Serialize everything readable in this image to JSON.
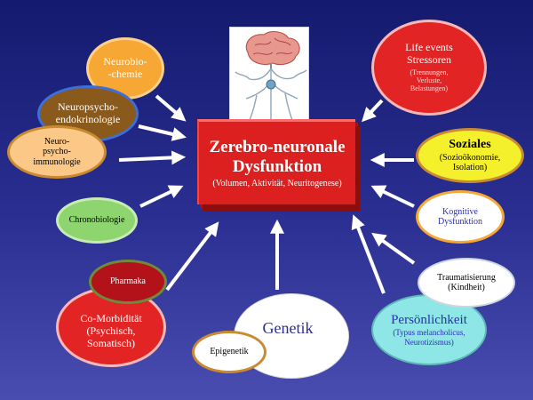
{
  "center": {
    "title_line1": "Zerebro-neuronale",
    "title_line2": "Dysfunktion",
    "subtitle": "(Volumen, Aktivität, Neuritogenese)"
  },
  "nodes": {
    "neurobiochemie": "Neurobio-\n-chemie",
    "neuropsychoendokrinologie": "Neuropsycho-\nendokrinologie",
    "neuropsychoimmunologie": "Neuro-\npsycho-\nimmunologie",
    "chronobiologie": "Chronobiologie",
    "pharmaka": "Pharmaka",
    "comorbiditaet": "Co-Morbidität\n(Psychisch,\nSomatisch)",
    "genetik": "Genetik",
    "epigenetik": "Epigenetik",
    "life_events_title": "Life events\nStressoren",
    "life_events_sub": "(Trennungen,\nVerluste,\nBelastungen)",
    "soziales_title": "Soziales",
    "soziales_sub": "(Sozioökonomie,\nIsolation)",
    "kognitive": "Kognitive\nDysfunktion",
    "traumatisierung": "Traumatisierung\n(Kindheit)",
    "persoenlichkeit_title": "Persönlichkeit",
    "persoenlichkeit_sub": "(Typus melancholicus,\nNeurotizismus)"
  },
  "colors": {
    "background_top": "#141a6e",
    "background_bottom": "#4a4db0",
    "center_box": "#dc1f1f",
    "arrow": "#ffffff",
    "orange": "#f7a733",
    "brown": "#8a5a1c",
    "peach": "#fbc888",
    "green": "#8ed46f",
    "dark_red": "#b4121a",
    "red": "#e32424",
    "yellow": "#f4f02b",
    "cyan": "#8fe6e6",
    "white": "#ffffff"
  }
}
